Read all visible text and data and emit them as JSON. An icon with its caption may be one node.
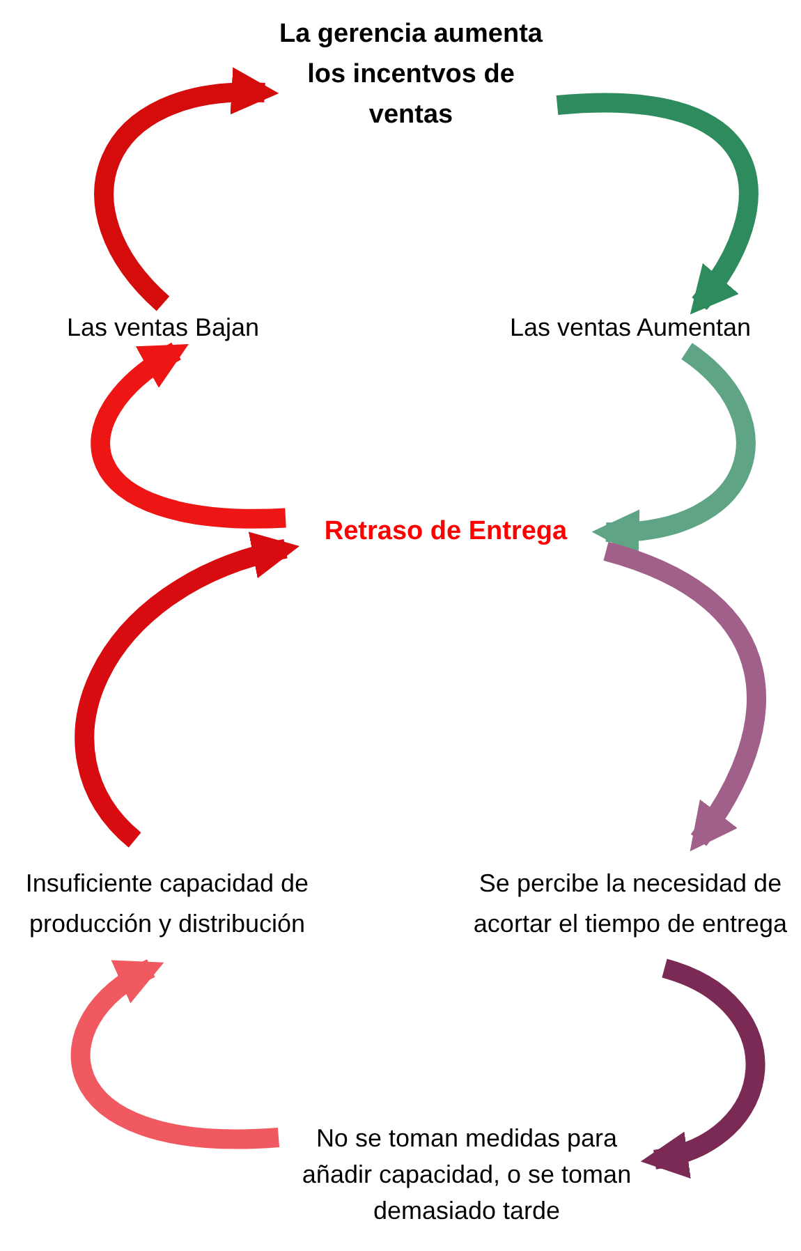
{
  "diagram": {
    "nodes": [
      {
        "text": [
          "La gerencia aumenta los incentvos de ventas"
        ]
      },
      {
        "text": [
          "Las ventas Aumentan"
        ]
      },
      {
        "text": [
          "Retraso de Entrega"
        ]
      },
      {
        "text": [
          "Se percibe la necesidad de acortar el tiempo de entrega"
        ]
      },
      {
        "text": [
          "No se toman medidas para añadir capacidad, o se toman demasiado tarde"
        ]
      },
      {
        "text": [
          "Insuficiente capacidad de producción y distribución"
        ]
      },
      {
        "text": [
          "Las ventas Bajan"
        ]
      }
    ],
    "edges": [
      {
        "from": 0,
        "to": 1,
        "arrow": "to",
        "color": "#2e8b5e"
      },
      {
        "from": 1,
        "to": 2,
        "arrow": "to",
        "color": "#5fa585"
      },
      {
        "from": 2,
        "to": 3,
        "arrow": "to",
        "color": "#a0608a"
      },
      {
        "from": 3,
        "to": 4,
        "arrow": "to",
        "color": "#7a2a55"
      },
      {
        "from": 4,
        "to": 5,
        "arrow": "to",
        "color": "#f0595f"
      },
      {
        "from": 5,
        "to": 2,
        "arrow": "to",
        "color": "#d80c10"
      },
      {
        "from": 2,
        "to": 6,
        "arrow": "to",
        "color": "#ee1515"
      },
      {
        "from": 6,
        "to": 0,
        "arrow": "to",
        "color": "#d40c0c"
      }
    ]
  }
}
